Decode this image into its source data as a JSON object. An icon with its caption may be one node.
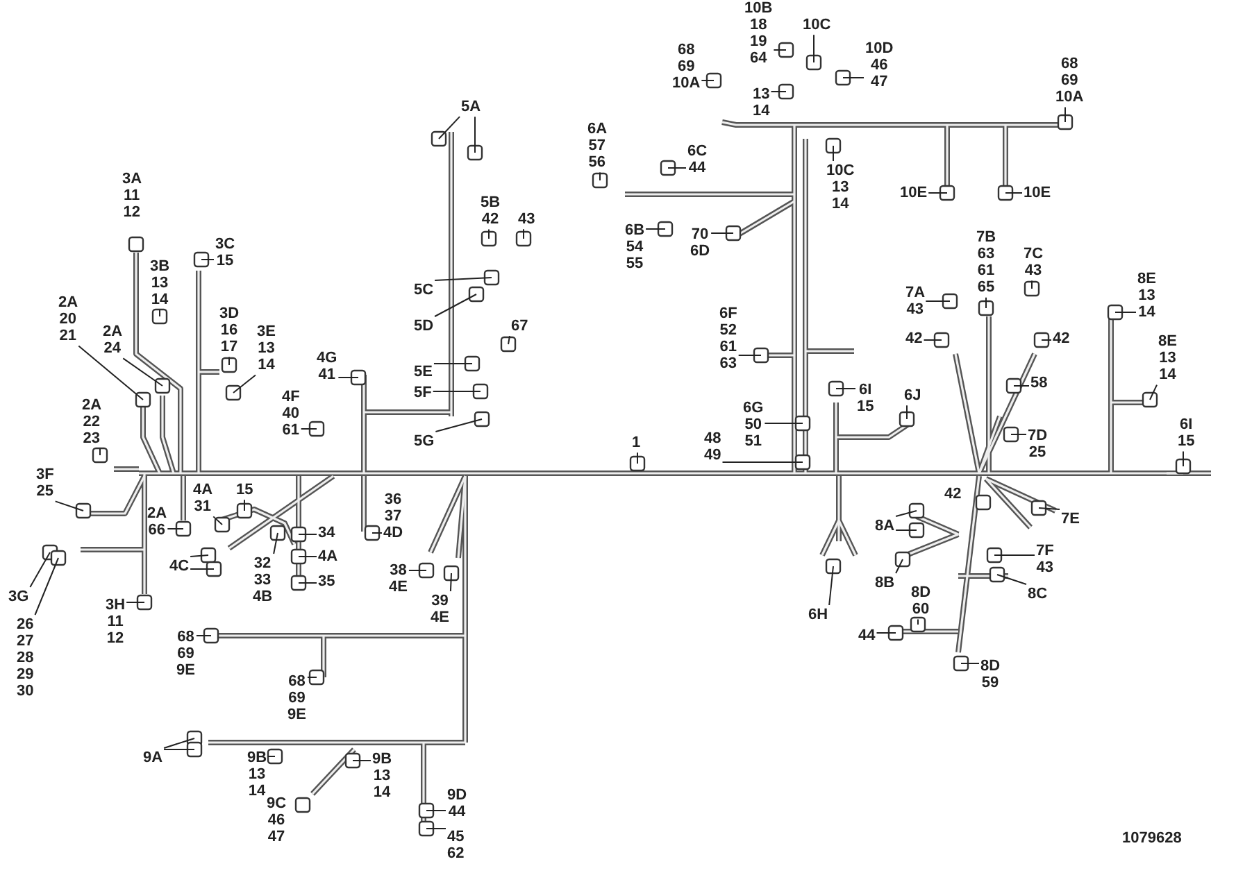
{
  "diagram": {
    "nodes": [
      {
        "text": [
          "3A 11 12"
        ]
      },
      {
        "text": [
          "3C 15"
        ]
      },
      {
        "text": [
          "3B 13 14"
        ]
      },
      {
        "text": [
          "2A 20 21"
        ]
      },
      {
        "text": [
          "2A 24"
        ]
      },
      {
        "text": [
          "3D 16 17"
        ]
      },
      {
        "text": [
          "3E 13 14"
        ]
      },
      {
        "text": [
          "4G 41"
        ]
      },
      {
        "text": [
          "4F 40 61"
        ]
      },
      {
        "text": [
          "2A 22 23"
        ]
      },
      {
        "text": [
          "3F 25"
        ]
      },
      {
        "text": [
          "2A 66"
        ]
      },
      {
        "text": [
          "4A 31"
        ]
      },
      {
        "text": [
          "15"
        ]
      },
      {
        "text": [
          "34"
        ]
      },
      {
        "text": [
          "4A"
        ]
      },
      {
        "text": [
          "35"
        ]
      },
      {
        "text": [
          "4C"
        ]
      },
      {
        "text": [
          "32 33 4B"
        ]
      },
      {
        "text": [
          "3G"
        ]
      },
      {
        "text": [
          "26 27 28 29 30"
        ]
      },
      {
        "text": [
          "3H 11 12"
        ]
      },
      {
        "text": [
          "36 37 4D"
        ]
      },
      {
        "text": [
          "38 4E"
        ]
      },
      {
        "text": [
          "39 4E"
        ]
      },
      {
        "text": [
          "5A"
        ]
      },
      {
        "text": [
          "5B 42"
        ]
      },
      {
        "text": [
          "43"
        ]
      },
      {
        "text": [
          "5C"
        ]
      },
      {
        "text": [
          "5D"
        ]
      },
      {
        "text": [
          "67"
        ]
      },
      {
        "text": [
          "5E"
        ]
      },
      {
        "text": [
          "5F"
        ]
      },
      {
        "text": [
          "5G"
        ]
      },
      {
        "text": [
          "1"
        ]
      },
      {
        "text": [
          "6A 57 56"
        ]
      },
      {
        "text": [
          "6C 44"
        ]
      },
      {
        "text": [
          "6B 54 55"
        ]
      },
      {
        "text": [
          "70 6D"
        ]
      },
      {
        "text": [
          "6F 52 61 63"
        ]
      },
      {
        "text": [
          "6G 50 51"
        ]
      },
      {
        "text": [
          "48 49"
        ]
      },
      {
        "text": [
          "68 69 10A"
        ]
      },
      {
        "text": [
          "10B 18 19 64"
        ]
      },
      {
        "text": [
          "13 14"
        ]
      },
      {
        "text": [
          "10C"
        ]
      },
      {
        "text": [
          "10D 46 47"
        ]
      },
      {
        "text": [
          "10C 13 14"
        ]
      },
      {
        "text": [
          "68 69 10A"
        ]
      },
      {
        "text": [
          "10E"
        ]
      },
      {
        "text": [
          "10E"
        ]
      },
      {
        "text": [
          "7B 63 61 65"
        ]
      },
      {
        "text": [
          "7A 43"
        ]
      },
      {
        "text": [
          "7C 43"
        ]
      },
      {
        "text": [
          "42"
        ]
      },
      {
        "text": [
          "42"
        ]
      },
      {
        "text": [
          "8E 13 14"
        ]
      },
      {
        "text": [
          "8E 13 14"
        ]
      },
      {
        "text": [
          "58"
        ]
      },
      {
        "text": [
          "6J"
        ]
      },
      {
        "text": [
          "6I 15"
        ]
      },
      {
        "text": [
          "6I 15"
        ]
      },
      {
        "text": [
          "7D 25"
        ]
      },
      {
        "text": [
          "42"
        ]
      },
      {
        "text": [
          "8A"
        ]
      },
      {
        "text": [
          "7E"
        ]
      },
      {
        "text": [
          "7F 43"
        ]
      },
      {
        "text": [
          "6H"
        ]
      },
      {
        "text": [
          "8B"
        ]
      },
      {
        "text": [
          "8C"
        ]
      },
      {
        "text": [
          "8D 60"
        ]
      },
      {
        "text": [
          "44"
        ]
      },
      {
        "text": [
          "8D 59"
        ]
      },
      {
        "text": [
          "68 69 9E"
        ]
      },
      {
        "text": [
          "68 69 9E"
        ]
      },
      {
        "text": [
          "9A"
        ]
      },
      {
        "text": [
          "9B 13 14"
        ]
      },
      {
        "text": [
          "9B 13 14"
        ]
      },
      {
        "text": [
          "9C 46 47"
        ]
      },
      {
        "text": [
          "9D 44"
        ]
      },
      {
        "text": [
          "45 62"
        ]
      }
    ],
    "edges": [
      {
        "from": 1,
        "to": null,
        "arrow": "none"
      },
      {
        "from": 2,
        "to": null,
        "arrow": "none"
      },
      {
        "from": 3,
        "to": null,
        "arrow": "none"
      },
      {
        "from": 4,
        "to": null,
        "arrow": "none"
      },
      {
        "from": 5,
        "to": null,
        "arrow": "none"
      },
      {
        "from": 6,
        "to": null,
        "arrow": "none"
      },
      {
        "from": 7,
        "to": null,
        "arrow": "none"
      },
      {
        "from": 8,
        "to": null,
        "arrow": "none"
      },
      {
        "from": 9,
        "to": null,
        "arrow": "none"
      },
      {
        "from": 10,
        "to": null,
        "arrow": "none"
      },
      {
        "from": 11,
        "to": null,
        "arrow": "none"
      },
      {
        "from": 12,
        "to": null,
        "arrow": "none"
      },
      {
        "from": 13,
        "to": null,
        "arrow": "none"
      },
      {
        "from": 14,
        "to": null,
        "arrow": "none"
      },
      {
        "from": 15,
        "to": null,
        "arrow": "none"
      },
      {
        "from": 16,
        "to": null,
        "arrow": "none"
      },
      {
        "from": 17,
        "to": null,
        "arrow": "none"
      },
      {
        "from": 17,
        "to": null,
        "arrow": "none"
      },
      {
        "from": 18,
        "to": null,
        "arrow": "none"
      },
      {
        "from": 19,
        "to": null,
        "arrow": "none"
      },
      {
        "from": 20,
        "to": null,
        "arrow": "none"
      },
      {
        "from": 21,
        "to": null,
        "arrow": "none"
      },
      {
        "from": 22,
        "to": null,
        "arrow": "none"
      },
      {
        "from": 23,
        "to": null,
        "arrow": "none"
      },
      {
        "from": 24,
        "to": null,
        "arrow": "none"
      },
      {
        "from": 25,
        "to": null,
        "arrow": "none"
      },
      {
        "from": 25,
        "to": null,
        "arrow": "none"
      },
      {
        "from": 26,
        "to": null,
        "arrow": "none"
      },
      {
        "from": 27,
        "to": null,
        "arrow": "none"
      },
      {
        "from": 28,
        "to": null,
        "arrow": "none"
      },
      {
        "from": 29,
        "to": null,
        "arrow": "none"
      },
      {
        "from": 30,
        "to": null,
        "arrow": "none"
      },
      {
        "from": 31,
        "to": null,
        "arrow": "none"
      },
      {
        "from": 32,
        "to": null,
        "arrow": "none"
      },
      {
        "from": 33,
        "to": null,
        "arrow": "none"
      },
      {
        "from": 34,
        "to": null,
        "arrow": "none"
      },
      {
        "from": 35,
        "to": null,
        "arrow": "none"
      },
      {
        "from": 36,
        "to": null,
        "arrow": "none"
      },
      {
        "from": 37,
        "to": null,
        "arrow": "none"
      },
      {
        "from": 38,
        "to": null,
        "arrow": "none"
      },
      {
        "from": 39,
        "to": null,
        "arrow": "none"
      },
      {
        "from": 40,
        "to": null,
        "arrow": "none"
      },
      {
        "from": 41,
        "to": null,
        "arrow": "none"
      },
      {
        "from": 42,
        "to": null,
        "arrow": "none"
      },
      {
        "from": 43,
        "to": null,
        "arrow": "none"
      },
      {
        "from": 44,
        "to": null,
        "arrow": "none"
      },
      {
        "from": 45,
        "to": null,
        "arrow": "none"
      },
      {
        "from": 46,
        "to": null,
        "arrow": "none"
      },
      {
        "from": 47,
        "to": null,
        "arrow": "none"
      },
      {
        "from": 48,
        "to": null,
        "arrow": "none"
      },
      {
        "from": 49,
        "to": null,
        "arrow": "none"
      },
      {
        "from": 50,
        "to": null,
        "arrow": "none"
      },
      {
        "from": 51,
        "to": null,
        "arrow": "none"
      },
      {
        "from": 52,
        "to": null,
        "arrow": "none"
      },
      {
        "from": 53,
        "to": null,
        "arrow": "none"
      },
      {
        "from": 54,
        "to": null,
        "arrow": "none"
      },
      {
        "from": 55,
        "to": null,
        "arrow": "none"
      },
      {
        "from": 56,
        "to": null,
        "arrow": "none"
      },
      {
        "from": 57,
        "to": null,
        "arrow": "none"
      },
      {
        "from": 58,
        "to": null,
        "arrow": "none"
      },
      {
        "from": 59,
        "to": null,
        "arrow": "none"
      },
      {
        "from": 60,
        "to": null,
        "arrow": "none"
      },
      {
        "from": 61,
        "to": null,
        "arrow": "none"
      },
      {
        "from": 62,
        "to": null,
        "arrow": "none"
      },
      {
        "from": 64,
        "to": null,
        "arrow": "none"
      },
      {
        "from": 64,
        "to": null,
        "arrow": "none"
      },
      {
        "from": 65,
        "to": null,
        "arrow": "none"
      },
      {
        "from": 66,
        "to": null,
        "arrow": "none"
      },
      {
        "from": 67,
        "to": null,
        "arrow": "none"
      },
      {
        "from": 68,
        "to": null,
        "arrow": "none"
      },
      {
        "from": 69,
        "to": null,
        "arrow": "none"
      },
      {
        "from": 70,
        "to": null,
        "arrow": "none"
      },
      {
        "from": 71,
        "to": null,
        "arrow": "none"
      },
      {
        "from": 72,
        "to": null,
        "arrow": "none"
      },
      {
        "from": 73,
        "to": null,
        "arrow": "none"
      },
      {
        "from": 74,
        "to": null,
        "arrow": "none"
      },
      {
        "from": 75,
        "to": null,
        "arrow": "none"
      },
      {
        "from": 75,
        "to": null,
        "arrow": "none"
      },
      {
        "from": 76,
        "to": null,
        "arrow": "none"
      },
      {
        "from": 77,
        "to": null,
        "arrow": "none"
      },
      {
        "from": 79,
        "to": null,
        "arrow": "none"
      },
      {
        "from": 80,
        "to": null,
        "arrow": "none"
      }
    ],
    "labels": [
      "1079628"
    ]
  }
}
